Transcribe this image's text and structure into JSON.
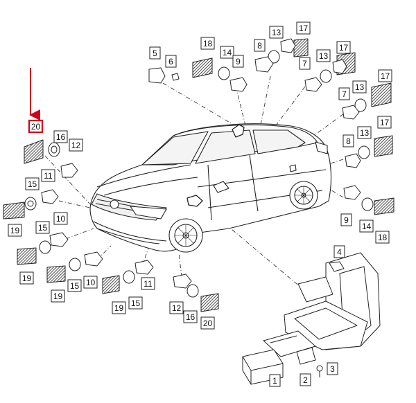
{
  "diagram": {
    "highlight_color": "#d0021b",
    "line_color": "#222222",
    "callouts": [
      {
        "id": "c20a",
        "label": "20",
        "highlighted": true
      },
      {
        "id": "c16a",
        "label": "16"
      },
      {
        "id": "c12a",
        "label": "12"
      },
      {
        "id": "c11a",
        "label": "11"
      },
      {
        "id": "c15a",
        "label": "15"
      },
      {
        "id": "c19a",
        "label": "19"
      },
      {
        "id": "c15b",
        "label": "15"
      },
      {
        "id": "c10a",
        "label": "10"
      },
      {
        "id": "c19b",
        "label": "19"
      },
      {
        "id": "c19c",
        "label": "19"
      },
      {
        "id": "c15c",
        "label": "15"
      },
      {
        "id": "c10b",
        "label": "10"
      },
      {
        "id": "c19d",
        "label": "19"
      },
      {
        "id": "c15d",
        "label": "15"
      },
      {
        "id": "c11b",
        "label": "11"
      },
      {
        "id": "c12b",
        "label": "12"
      },
      {
        "id": "c16b",
        "label": "16"
      },
      {
        "id": "c20b",
        "label": "20"
      },
      {
        "id": "c5",
        "label": "5"
      },
      {
        "id": "c6",
        "label": "6"
      },
      {
        "id": "c18a",
        "label": "18"
      },
      {
        "id": "c14a",
        "label": "14"
      },
      {
        "id": "c9a",
        "label": "9"
      },
      {
        "id": "c8a",
        "label": "8"
      },
      {
        "id": "c13a",
        "label": "13"
      },
      {
        "id": "c17a",
        "label": "17"
      },
      {
        "id": "c7a",
        "label": "7"
      },
      {
        "id": "c13b",
        "label": "13"
      },
      {
        "id": "c17b",
        "label": "17"
      },
      {
        "id": "c7b",
        "label": "7"
      },
      {
        "id": "c13c",
        "label": "13"
      },
      {
        "id": "c17c",
        "label": "17"
      },
      {
        "id": "c8b",
        "label": "8"
      },
      {
        "id": "c13d",
        "label": "13"
      },
      {
        "id": "c17d",
        "label": "17"
      },
      {
        "id": "c9b",
        "label": "9"
      },
      {
        "id": "c14b",
        "label": "14"
      },
      {
        "id": "c18b",
        "label": "18"
      },
      {
        "id": "c4",
        "label": "4"
      },
      {
        "id": "c1",
        "label": "1"
      },
      {
        "id": "c2",
        "label": "2"
      },
      {
        "id": "c3",
        "label": "3"
      }
    ]
  }
}
